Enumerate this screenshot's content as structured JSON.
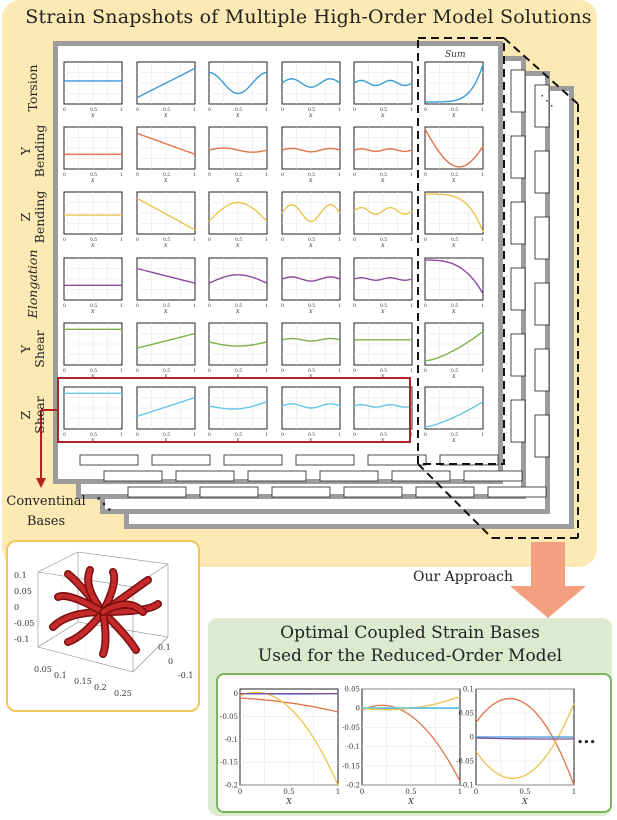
{
  "title": "Strain Snapshots of Multiple High-Order Model Solutions",
  "row_labels": [
    {
      "line1": "Torsion",
      "line2": "",
      "italic": false
    },
    {
      "line1": "Y",
      "line2": "Bending",
      "italic": false
    },
    {
      "line1": "Z",
      "line2": "Bending",
      "italic": false
    },
    {
      "line1": "Elongation",
      "line2": "",
      "italic": true
    },
    {
      "line1": "Y",
      "line2": "Shear",
      "italic": false
    },
    {
      "line1": "Z",
      "line2": "Shear",
      "italic": false
    }
  ],
  "sum_label": "Sum",
  "axis_var": "X",
  "conventional_label_line1": "Conventinal",
  "conventional_label_line2": "Bases",
  "approach_label": "Our Approach",
  "bottom_title_line1": "Optimal Coupled Strain Bases",
  "bottom_title_line2": "Used for the Reduced-Order Model",
  "more_dots": "...",
  "colors": {
    "torsion": "#3a9bd3",
    "y_bending": "#e0734a",
    "z_bending": "#edc34e",
    "elongation": "#8a4aa0",
    "y_shear": "#7fb04a",
    "z_shear": "#66c6e8",
    "panel_yellow": "#fde9b4",
    "panel_green": "#dcebcf",
    "highlight_red": "#b22222",
    "arrow_salmon": "#f3a080"
  },
  "robot_axes": {
    "z_ticks": [
      "0.1",
      "0.05",
      "0",
      "-0.05",
      "-0.1"
    ],
    "x_ticks": [
      "0.05",
      "0.1",
      "0.15",
      "0.2",
      "0.25"
    ],
    "y_ticks": [
      "0.1",
      "0",
      "-0.1"
    ]
  },
  "chart_data": [
    {
      "type": "line",
      "x": [
        0,
        0.5,
        1
      ],
      "xlabel": "X",
      "yticks": [
        "0",
        "-0.05",
        "-0.1",
        "-0.15",
        "-0.2"
      ],
      "xticks": [
        "0",
        "0.5",
        "1"
      ],
      "ylim": [
        -0.2,
        0.01
      ],
      "series": [
        {
          "color": "#3a9bd3",
          "values": [
            0,
            -0.001,
            0
          ]
        },
        {
          "color": "#e0734a",
          "values": [
            -0.01,
            -0.02,
            -0.04
          ]
        },
        {
          "color": "#edc34e",
          "values": [
            -0.005,
            -0.03,
            -0.2
          ]
        },
        {
          "color": "#8a4aa0",
          "values": [
            0,
            0,
            0
          ]
        }
      ]
    },
    {
      "type": "line",
      "x": [
        0,
        0.5,
        1
      ],
      "xlabel": "X",
      "yticks": [
        "0.05",
        "0",
        "-0.05",
        "-0.1",
        "-0.15",
        "-0.2"
      ],
      "xticks": [
        "0",
        "0.5",
        "1"
      ],
      "ylim": [
        -0.2,
        0.05
      ],
      "series": [
        {
          "color": "#3a9bd3",
          "values": [
            0,
            0,
            0
          ]
        },
        {
          "color": "#e0734a",
          "values": [
            -0.005,
            -0.02,
            -0.19
          ]
        },
        {
          "color": "#edc34e",
          "values": [
            0,
            0,
            0.03
          ]
        },
        {
          "color": "#66c6e8",
          "values": [
            0.001,
            0.001,
            0.001
          ]
        }
      ]
    },
    {
      "type": "line",
      "x": [
        0,
        0.5,
        1
      ],
      "xlabel": "X",
      "yticks": [
        "0.1",
        "0.05",
        "0",
        "-0.05",
        "-0.1"
      ],
      "xticks": [
        "0",
        "0.5",
        "1"
      ],
      "ylim": [
        -0.1,
        0.1
      ],
      "series": [
        {
          "color": "#e0734a",
          "values": [
            0.03,
            0.07,
            -0.1
          ]
        },
        {
          "color": "#edc34e",
          "values": [
            -0.03,
            -0.08,
            0.07
          ]
        },
        {
          "color": "#3a9bd3",
          "values": [
            0,
            0,
            0
          ]
        },
        {
          "color": "#8a4aa0",
          "values": [
            -0.002,
            -0.004,
            -0.004
          ]
        }
      ]
    }
  ]
}
